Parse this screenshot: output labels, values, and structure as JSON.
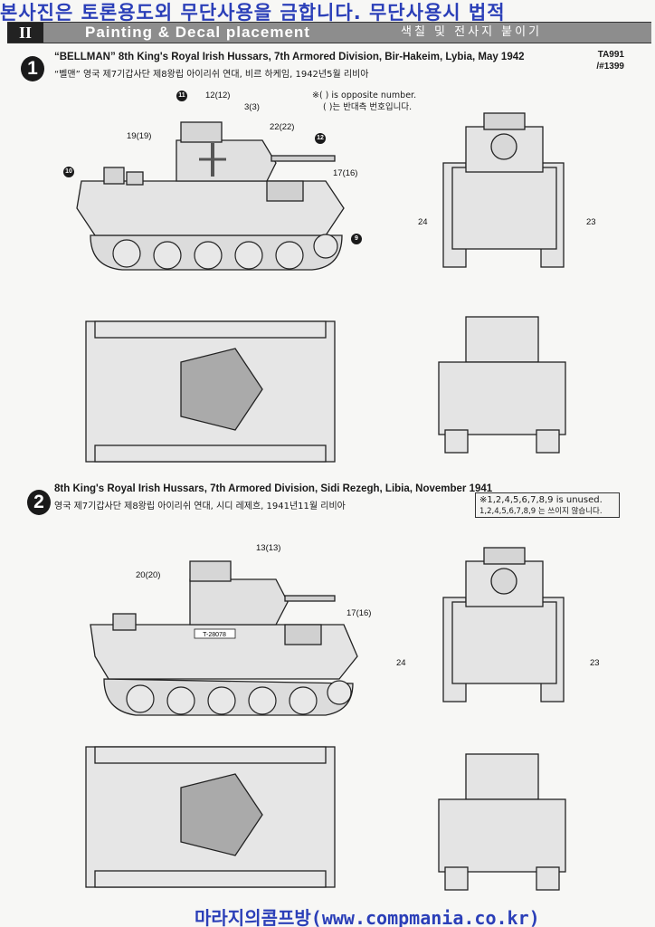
{
  "watermark_top": "본사진은 토론용도외 무단사용을 금합니다. 무단사용시 법적",
  "header": {
    "section_number": "II",
    "title": "Painting & Decal placement",
    "subtitle_kr": "색칠 및 전사지 붙이기"
  },
  "codes": {
    "kit": "TA991",
    "ref": "/#1399"
  },
  "note": {
    "en": "※( ) is opposite number.",
    "kr": "( )는 반대측 번호입니다."
  },
  "scheme1": {
    "number": "1",
    "title": "“BELLMAN” 8th King's Royal Irish Hussars, 7th Armored Division, Bir-Hakeim, Lybia, May 1942",
    "title_kr": "“벨맨” 영국 제7기갑사단 제8왕립 아이리쉬 연대, 비르 하케임, 1942년5월 리비아",
    "labels": [
      "12(12)",
      "3(3)",
      "19(19)",
      "22(22)",
      "17(16)",
      "24",
      "23"
    ],
    "markers": [
      "11",
      "12",
      "10",
      "9"
    ]
  },
  "scheme2": {
    "number": "2",
    "title": "8th King's Royal Irish Hussars, 7th Armored Division, Sidi Rezegh, Libia, November 1941",
    "title_kr": "영국 제7기갑사단 제8왕립 아이리쉬 연대, 시디 레제흐, 1941년11월 리비아",
    "labels": [
      "13(13)",
      "20(20)",
      "17(16)",
      "24",
      "23"
    ],
    "unused_en": "※1,2,4,5,6,7,8,9 is unused.",
    "unused_kr": "1,2,4,5,6,7,8,9 는 쓰이지 않습니다.",
    "hull_number": "T-28078"
  },
  "watermark_bottom": "마라지의콤프방(www.compmania.co.kr)"
}
